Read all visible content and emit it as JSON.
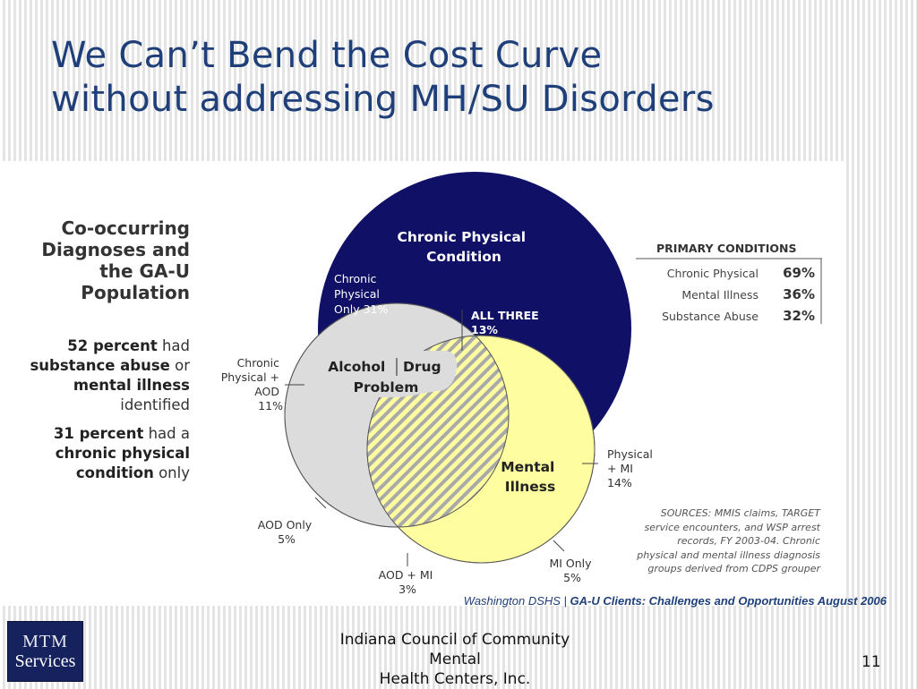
{
  "slide": {
    "title_lines": [
      "We Can’t Bend the Cost Curve",
      "without addressing MH/SU Disorders"
    ],
    "page_number": "11"
  },
  "left_panel": {
    "heading_lines": [
      "Co-occurring",
      "Diagnoses and",
      "the GA-U",
      "Population"
    ],
    "stat1": {
      "bold": "52 percent",
      "line1_rest": " had",
      "line2_bold": "substance abuse",
      "line2_rest": " or",
      "line3_bold": "mental illness",
      "line4": "identified"
    },
    "stat2": {
      "bold": "31 percent",
      "line1_rest": " had a",
      "line2_bold": "chronic physical",
      "line3_bold": "condition",
      "line3_rest": " only"
    }
  },
  "venn": {
    "colors": {
      "chronic": "#0f1066",
      "aod": "#dcdcdc",
      "mi": "#fefea0",
      "overlap_hatch": "#a9a9a9"
    },
    "chronic_title": [
      "Chronic Physical",
      "Condition"
    ],
    "chronic_only": [
      "Chronic",
      "Physical",
      "Only 31%"
    ],
    "all_three": [
      "ALL THREE",
      "13%"
    ],
    "aod_label": [
      "Alcohol",
      "Drug",
      "Problem"
    ],
    "mi_label": [
      "Mental",
      "Illness"
    ],
    "chronic_aod": [
      "Chronic",
      "Physical +",
      "AOD",
      "11%"
    ],
    "physical_mi": [
      "Physical",
      "+ MI",
      "14%"
    ],
    "aod_only": [
      "AOD Only",
      "5%"
    ],
    "aod_mi": [
      "AOD + MI",
      "3%"
    ],
    "mi_only": [
      "MI Only",
      "5%"
    ]
  },
  "primary_conditions": {
    "header": "PRIMARY CONDITIONS",
    "rows": [
      {
        "label": "Chronic Physical",
        "value": "69%"
      },
      {
        "label": "Mental Illness",
        "value": "36%"
      },
      {
        "label": "Substance Abuse",
        "value": "32%"
      }
    ]
  },
  "sources_lines": [
    "SOURCES: MMIS claims, TARGET",
    "service encounters, and WSP arrest",
    "records, FY 2003-04. Chronic",
    "physical and mental illness diagnosis",
    "groups derived from CDPS grouper"
  ],
  "citation": {
    "org": "Washington DSHS |",
    "title": " GA-U Clients: Challenges and Opportunities August 2006"
  },
  "footer": {
    "org_lines": [
      "Indiana Council of Community Mental",
      "Health Centers, Inc."
    ],
    "logo_lines": [
      "MTM",
      "Services"
    ]
  }
}
